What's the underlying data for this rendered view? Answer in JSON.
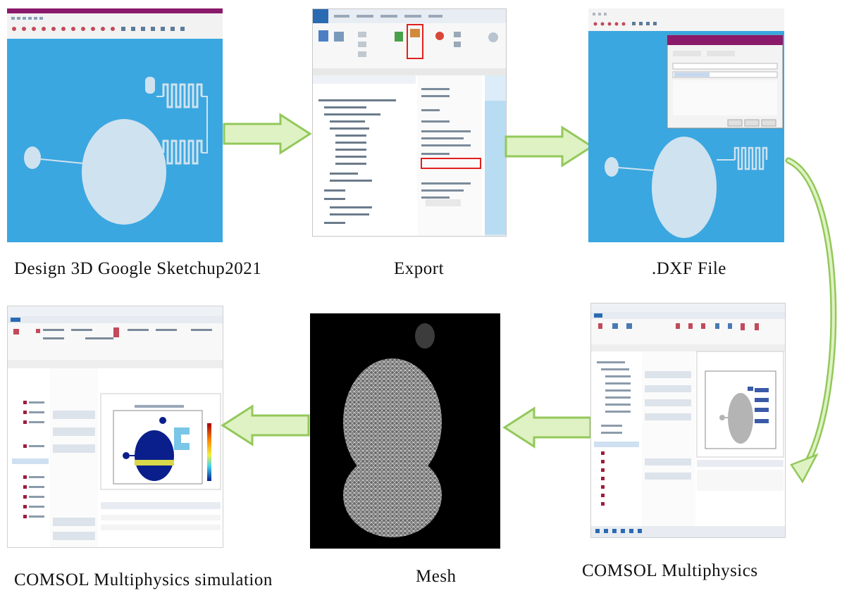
{
  "captions": {
    "design": "Design 3D Google Sketchup2021",
    "export": "Export",
    "dxf": ".DXF File",
    "comsol": "COMSOL  Multiphysics",
    "mesh": "Mesh",
    "simulation": "COMSOL  Multiphysics simulation"
  },
  "colors": {
    "sketch_bg": "#3aa7e0",
    "shape": "#cfe2ef",
    "arrow_fill": "#dff2c4",
    "arrow_stroke": "#93c85a",
    "highlight": "#e02020",
    "mesh_bg": "#000000",
    "sim_body": "#0a1f8c"
  }
}
